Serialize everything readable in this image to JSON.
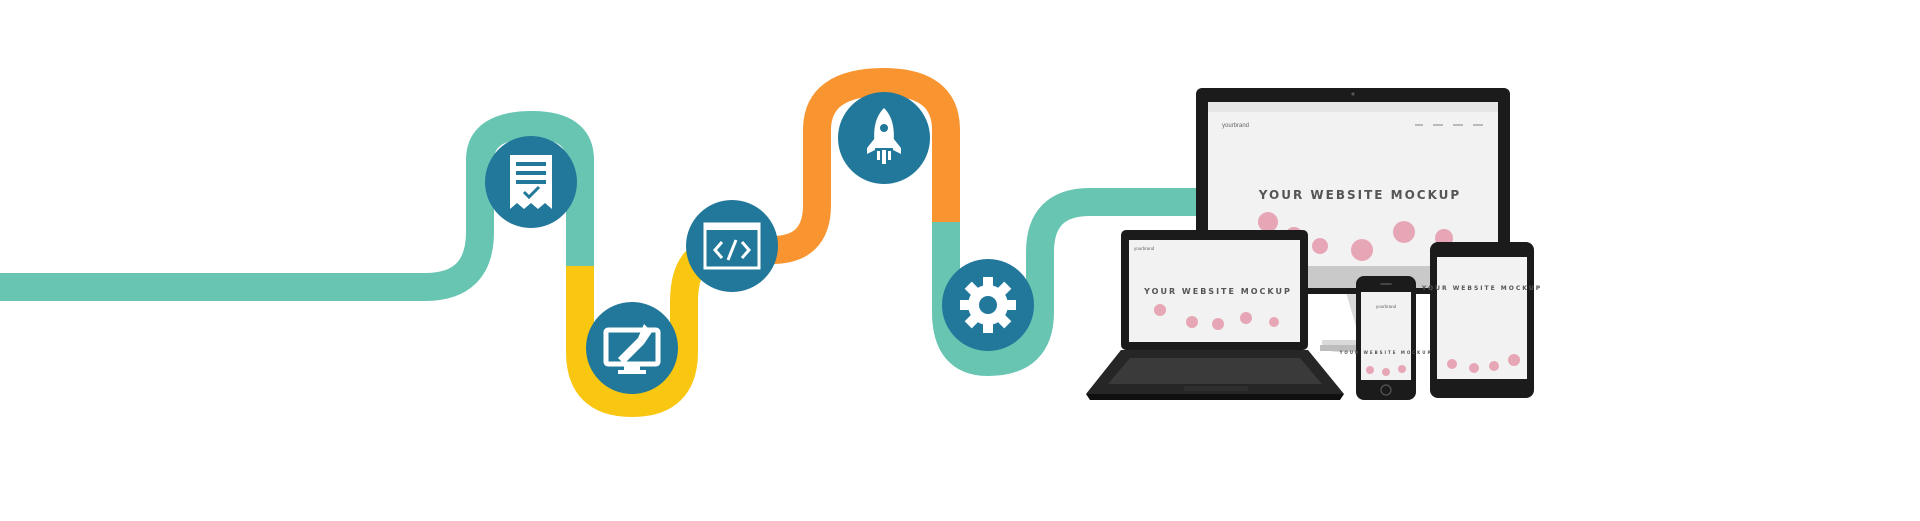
{
  "colors": {
    "teal": "#67c5b2",
    "yellow": "#f9c712",
    "orange": "#f89530",
    "icon_circle": "#21789a",
    "icon_glyph": "#ffffff",
    "device_body": "#1b1b1b",
    "screen_bg": "#f2f2f2"
  },
  "process_steps": [
    {
      "icon": "document-check-icon"
    },
    {
      "icon": "monitor-pen-icon"
    },
    {
      "icon": "code-window-icon"
    },
    {
      "icon": "rocket-icon"
    },
    {
      "icon": "gear-icon"
    }
  ],
  "mockup": {
    "brand_label": "yourbrand",
    "desktop_title": "YOUR WEBSITE MOCKUP",
    "laptop_title": "YOUR WEBSITE MOCKUP",
    "tablet_title": "YOUR WEBSITE MOCKUP",
    "phone_title": "YOUR WEBSITE MOCKUP"
  }
}
